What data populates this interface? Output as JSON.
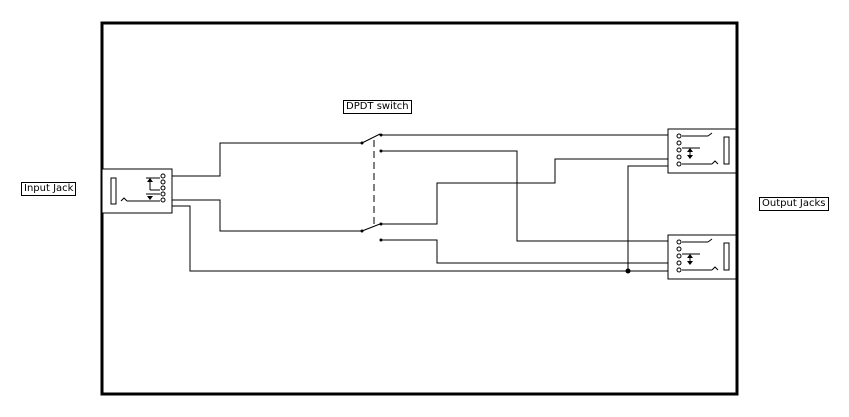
{
  "labels": {
    "input_jack": "Input Jack",
    "dpdt_switch": "DPDT switch",
    "output_jacks": "Output Jacks"
  },
  "colors": {
    "line": "#000000",
    "background": "#ffffff"
  },
  "icons": {
    "jack": "stereo-jack-icon",
    "switch": "dpdt-switch-icon"
  }
}
